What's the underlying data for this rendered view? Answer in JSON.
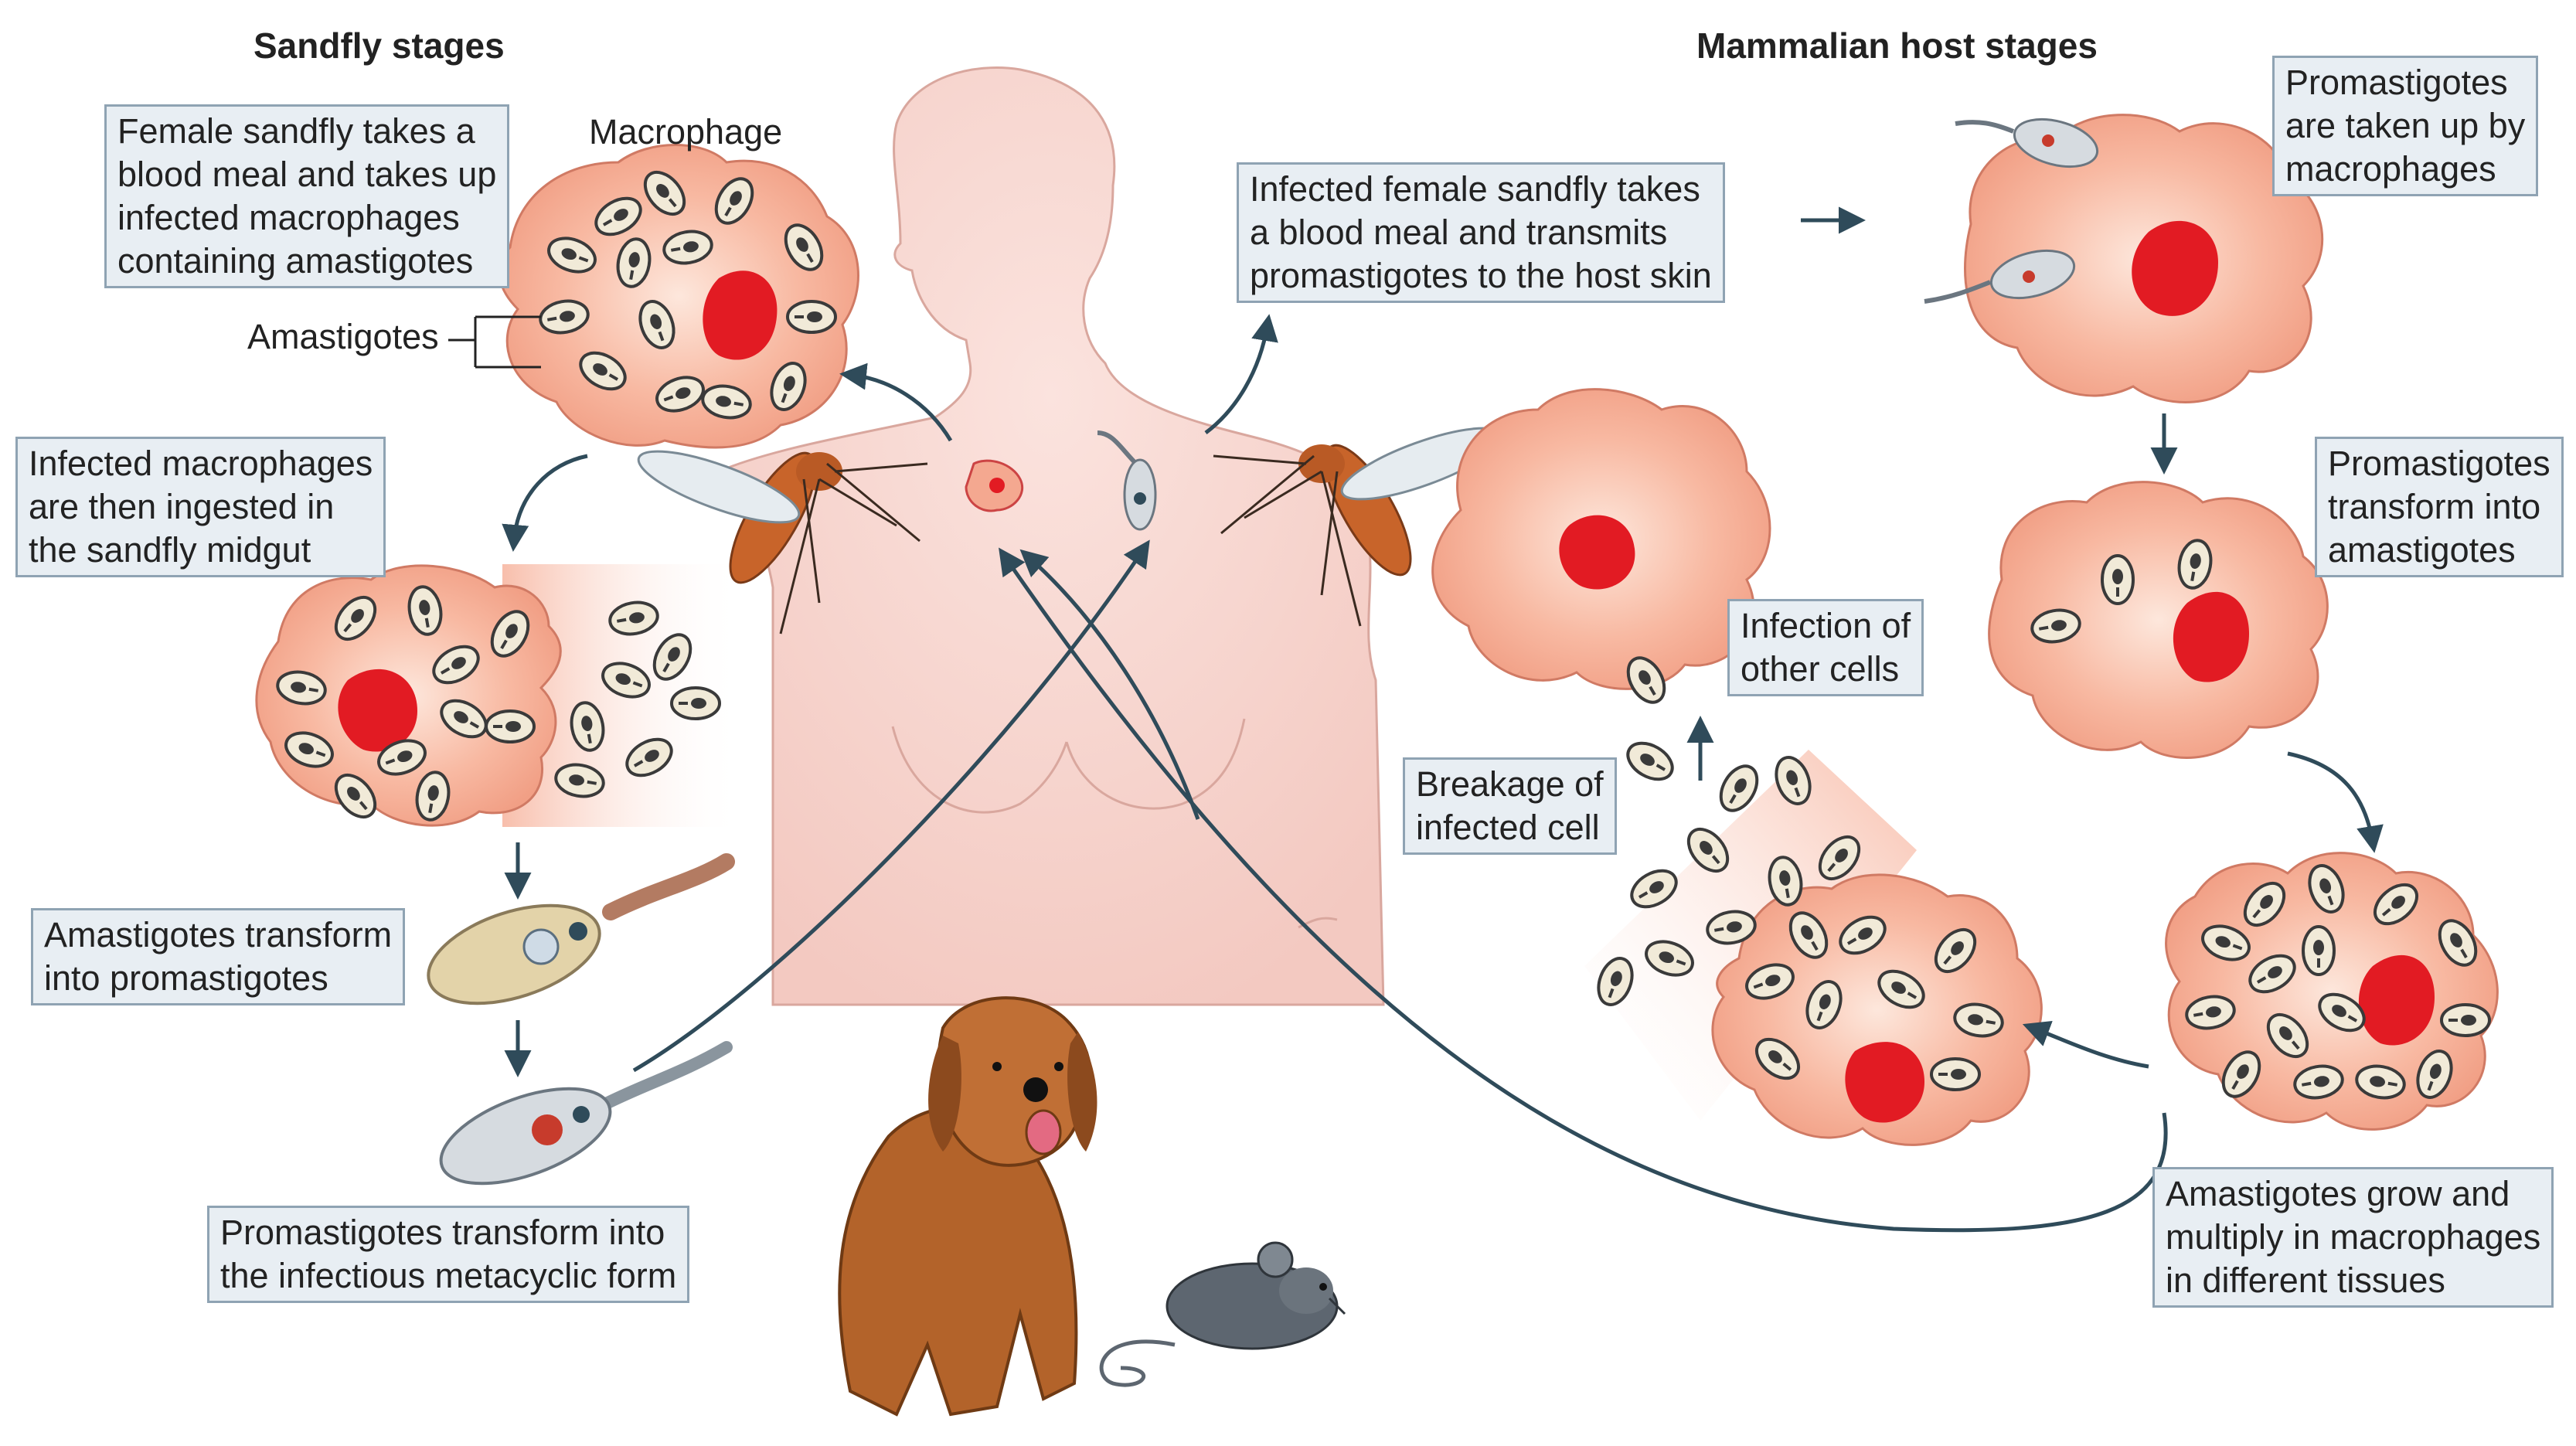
{
  "headers": {
    "left": "Sandfly stages",
    "right": "Mammalian host stages"
  },
  "labels": {
    "macrophage": "Macrophage",
    "amastigotes": "Amastigotes",
    "sandfly_blood_meal": [
      "Female sandfly takes a",
      "blood meal and takes up",
      "infected macrophages",
      "containing amastigotes"
    ],
    "ingested_midgut": [
      "Infected macrophages",
      "are then ingested in",
      "the sandfly midgut"
    ],
    "transform_promastigotes": [
      "Amastigotes transform",
      "into promastigotes"
    ],
    "metacyclic": [
      "Promastigotes transform into",
      "the infectious metacyclic form"
    ],
    "transmits": [
      "Infected female sandfly takes",
      "a blood meal and transmits",
      "promastigotes to the host skin"
    ],
    "taken_up": [
      "Promastigotes",
      "are taken up by",
      "macrophages"
    ],
    "transform_amastigotes": [
      "Promastigotes",
      "transform into",
      "amastigotes"
    ],
    "grow_multiply": [
      "Amastigotes grow and",
      "multiply in macrophages",
      "in different tissues"
    ],
    "infection_other": [
      "Infection of",
      "other cells"
    ],
    "breakage": [
      "Breakage of",
      "infected cell"
    ]
  },
  "colors": {
    "macrophage_fill": "#f4a890",
    "macrophage_center": "#fde3d6",
    "nucleus": "#e21b23",
    "body_skin": "#f9d8d2",
    "arrow": "#2f4b5a",
    "label_bg": "#e8eef3",
    "label_border": "#8fa3b3",
    "sandfly": "#c8642a",
    "dog": "#b3632a",
    "mouse": "#5d6670"
  }
}
